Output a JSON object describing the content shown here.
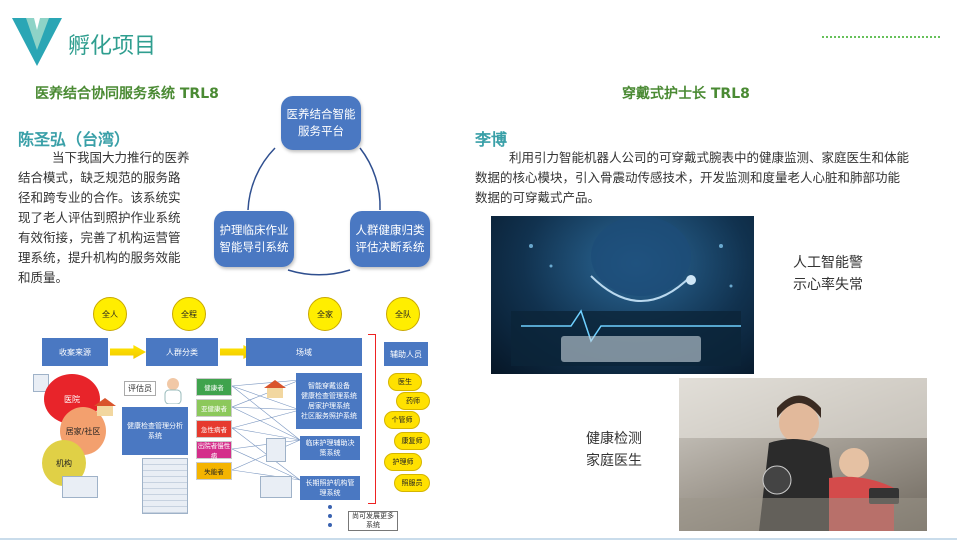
{
  "header": {
    "title": "孵化项目"
  },
  "left": {
    "section_title": "医养结合协同服务系统  TRL8",
    "person": "陈圣弘（台湾）",
    "paragraph": [
      "当下我国大力推行的医养",
      "结合模式，缺乏规范的服务路",
      "径和跨专业的合作。该系统实",
      "现了老人评估到照护作业系统",
      "有效衔接，完善了机构运营管",
      "理系统，提升机构的服务效能",
      "和质量。"
    ],
    "cycle": {
      "top": [
        "医养结合智能",
        "服务平台"
      ],
      "left": [
        "护理临床作业",
        "智能导引系统"
      ],
      "right": [
        "人群健康归类",
        "评估决断系统"
      ]
    },
    "flow": {
      "circles": [
        "全人",
        "全程",
        "全家",
        "全队"
      ],
      "bars": [
        "收案来源",
        "人群分类",
        "场域",
        "辅助人员"
      ],
      "sources": [
        "医院",
        "居家/社区",
        "机构"
      ],
      "assessor": "评估员",
      "analysis_system": "健康检查管理分析系统",
      "statuses": [
        "健康者",
        "亚健康者",
        "急性病者",
        "出院者慢性病",
        "失能者"
      ],
      "systems_group": [
        "智能穿戴设备",
        "健康检查管理系统",
        "居家护理系统",
        "社区服务照护系统"
      ],
      "clinical": "临床护理辅助决策系统",
      "longterm": "长期照护机构管理系统",
      "more": "尚可发展更多系统",
      "helpers": [
        "医生",
        "药师",
        "个管师",
        "康复师",
        "护理师",
        "照服员"
      ]
    }
  },
  "right": {
    "section_title": "穿戴式护士长 TRL8",
    "person": "李博",
    "paragraph": [
      "利用引力智能机器人公司的可穿戴式腕表中的健康监测、家庭医生和体能",
      "数据的核心模块，引入骨震动传感技术，开发监测和度量老人心脏和肺部功能",
      "数据的可穿戴式产品。"
    ],
    "caption_ai": [
      "人工智能警",
      "示心率失常"
    ],
    "caption_health": [
      "健康检测",
      "家庭医生"
    ]
  },
  "colors": {
    "title": "#2f9e8f",
    "section": "#4a8a33",
    "name": "#3aa0a8",
    "box_blue": "#4a78c2",
    "yellow": "#ffee00"
  }
}
